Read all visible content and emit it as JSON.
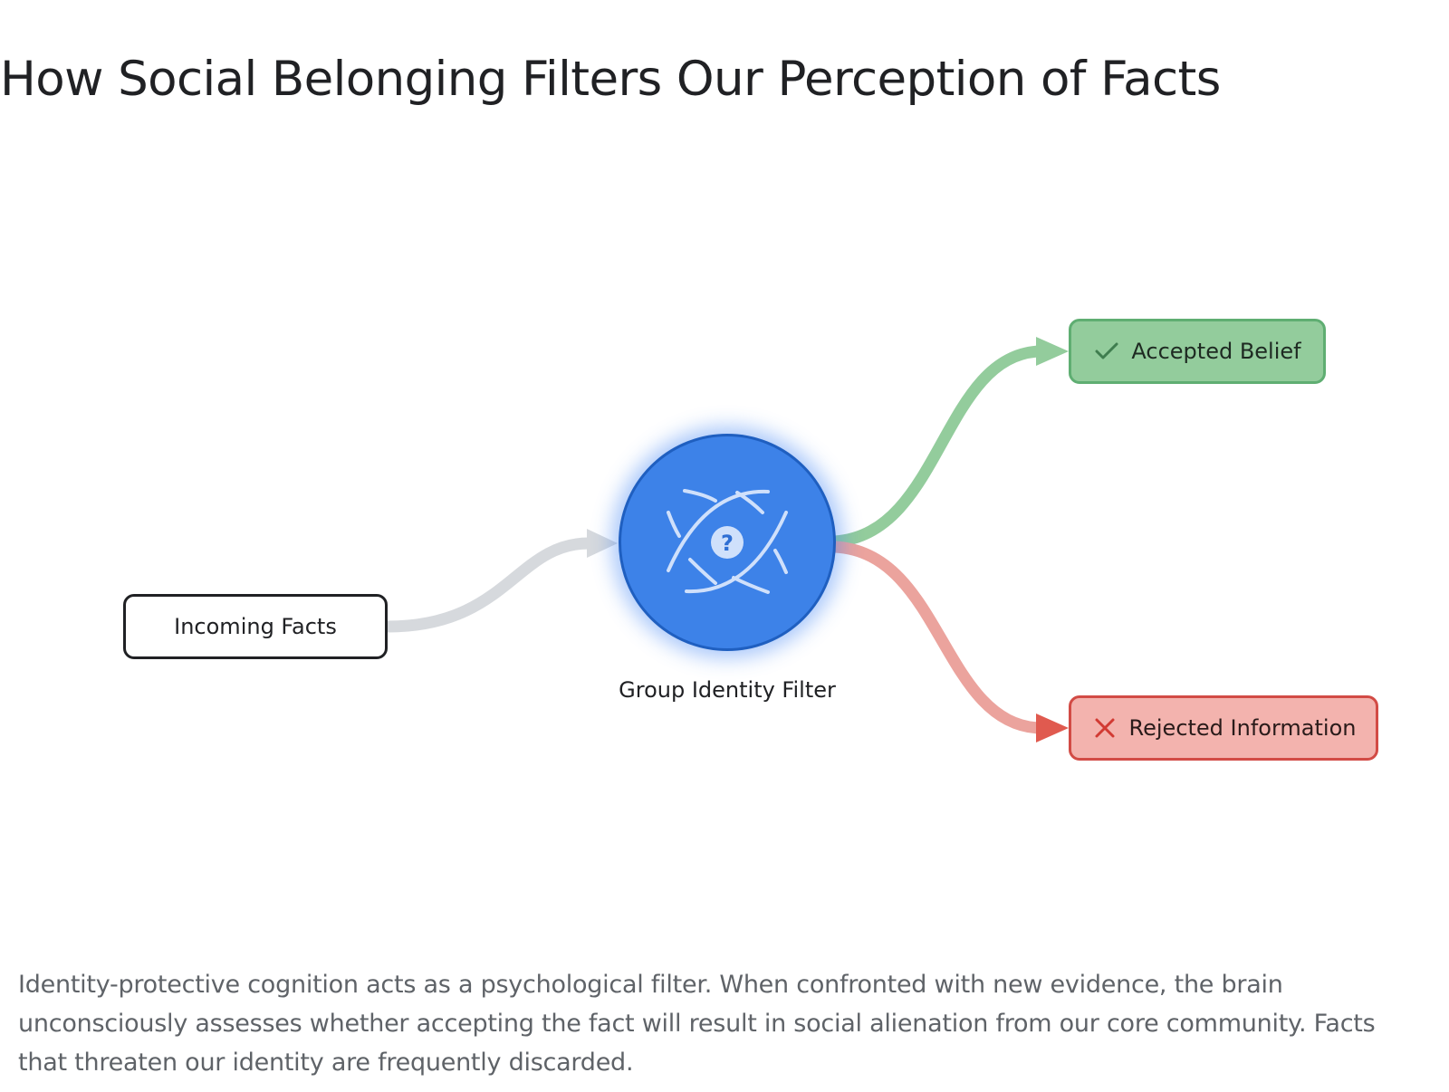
{
  "title": "How Social Belonging Filters Our Perception of Facts",
  "diagram": {
    "nodes": {
      "incoming": {
        "label": "Incoming Facts"
      },
      "filter": {
        "label": "Group Identity Filter",
        "icon": "eye-question-icon"
      },
      "accepted": {
        "label": "Accepted Belief",
        "icon": "check-icon"
      },
      "rejected": {
        "label": "Rejected Information",
        "icon": "x-icon"
      }
    },
    "edges": [
      {
        "from": "incoming",
        "to": "filter",
        "color": "#d6d9dd"
      },
      {
        "from": "filter",
        "to": "accepted",
        "color": "#93cc9c"
      },
      {
        "from": "filter",
        "to": "rejected",
        "color": "#eba39d"
      }
    ],
    "colors": {
      "filter_fill": "#3d82e8",
      "accepted_fill": "#93cc9c",
      "accepted_border": "#5fae72",
      "rejected_fill": "#f3b3ae",
      "rejected_border": "#d24b45",
      "arrow_green": "#93cc9c",
      "arrow_red": "#eba39d",
      "arrow_red_head": "#e05a4f",
      "arrow_gray": "#d6d9dd"
    }
  },
  "caption": "Identity-protective cognition acts as a psychological filter. When confronted with new evidence, the brain unconsciously assesses whether accepting the fact will result in social alienation from our core community. Facts that threaten our identity are frequently discarded."
}
